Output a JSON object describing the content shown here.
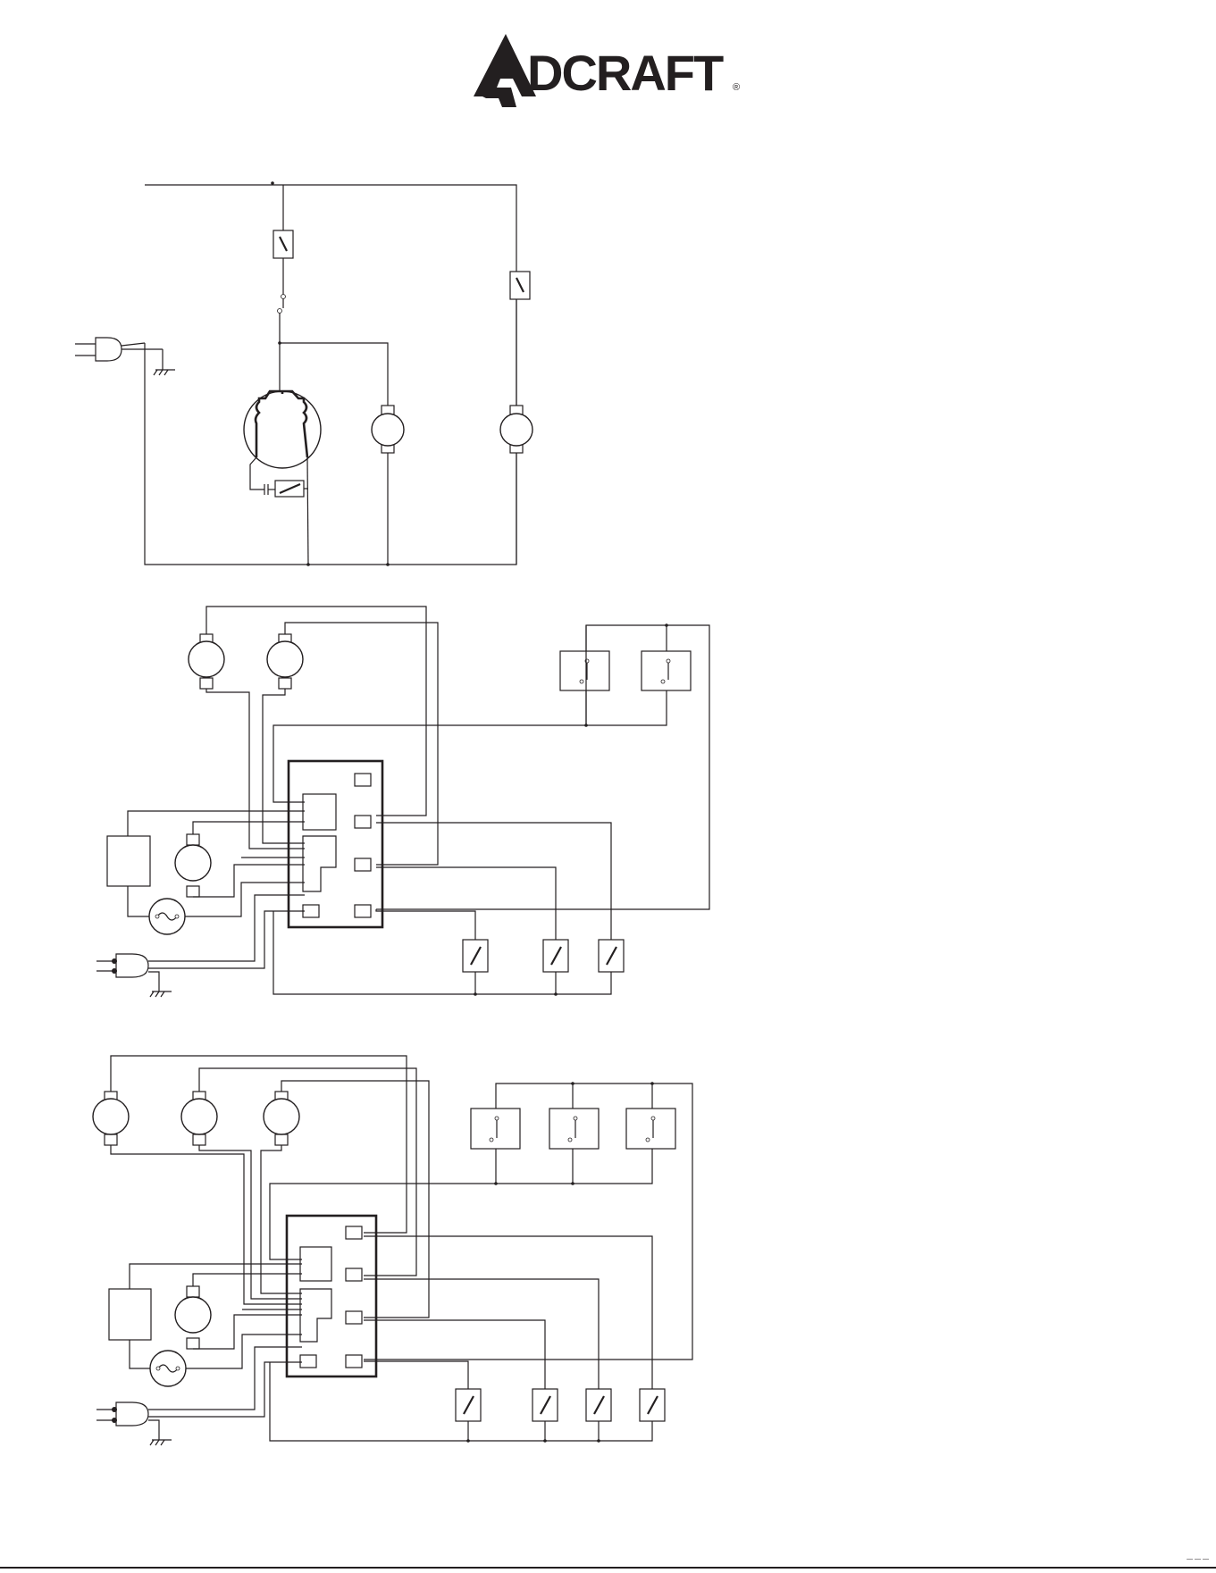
{
  "logo": {
    "text": "DCRAFT",
    "registered": "®",
    "color": "#231f20"
  },
  "footer": {
    "code": "— — —"
  },
  "diagrams": [
    {
      "name": "wiring-diagram-1",
      "motors": 3,
      "switches": 2
    },
    {
      "name": "wiring-diagram-2",
      "fan_motors": 3,
      "thermostats": 2,
      "rocker_switches": 3
    },
    {
      "name": "wiring-diagram-3",
      "fan_motors": 4,
      "thermostats": 3,
      "rocker_switches": 4
    }
  ]
}
